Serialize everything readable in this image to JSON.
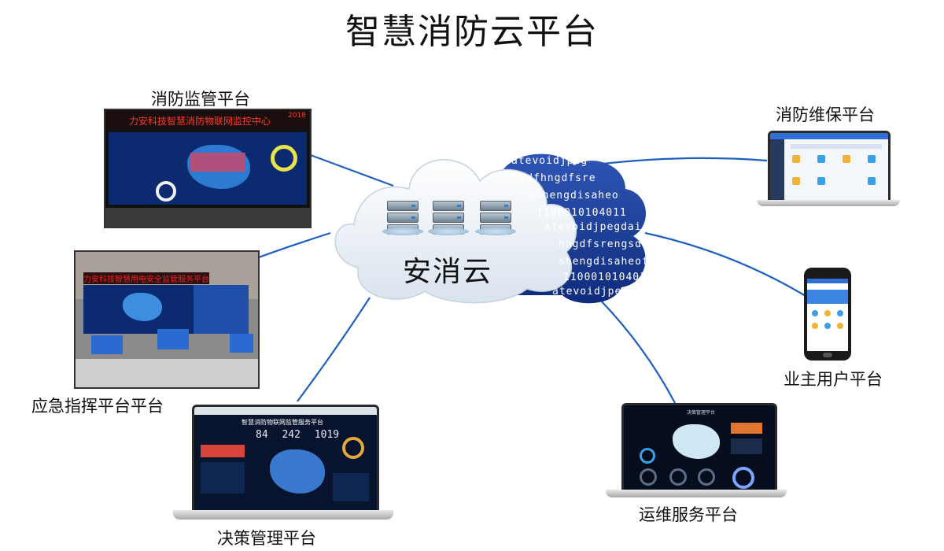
{
  "title": "智慧消防云平台",
  "center": {
    "name": "安消云",
    "code_lines": [
      "atevoidjpeg",
      "fejidfhngdfsre",
      "eshengdisaheo",
      "1100010104011",
      "atevoidjpegdai",
      "hngdfsrengsdf",
      "shengdisaheofc",
      "11000101040111",
      "atevoidjpegdai"
    ]
  },
  "nodes": {
    "supervision": {
      "label": "消防监管平台",
      "wall_banner": "力安科技智慧消防物联网监控中心",
      "wall_corner": "2018"
    },
    "emergency": {
      "label": "应急指挥平台平台",
      "wall_banner": "力安科技智慧用电安全监管服务平台"
    },
    "decision": {
      "label": "决策管理平台",
      "screen_title": "智慧消防物联网监管服务平台",
      "counters": [
        "84",
        "242",
        "1019"
      ]
    },
    "maintenance": {
      "label": "消防维保平台"
    },
    "owner": {
      "label": "业主用户平台"
    },
    "ops": {
      "label": "运维服务平台",
      "screen_title": "决策管理平台"
    }
  },
  "colors": {
    "link": "#1f5fbf",
    "cloud_dark": "#1f3f9c",
    "cloud_light": "#eef3f8"
  }
}
